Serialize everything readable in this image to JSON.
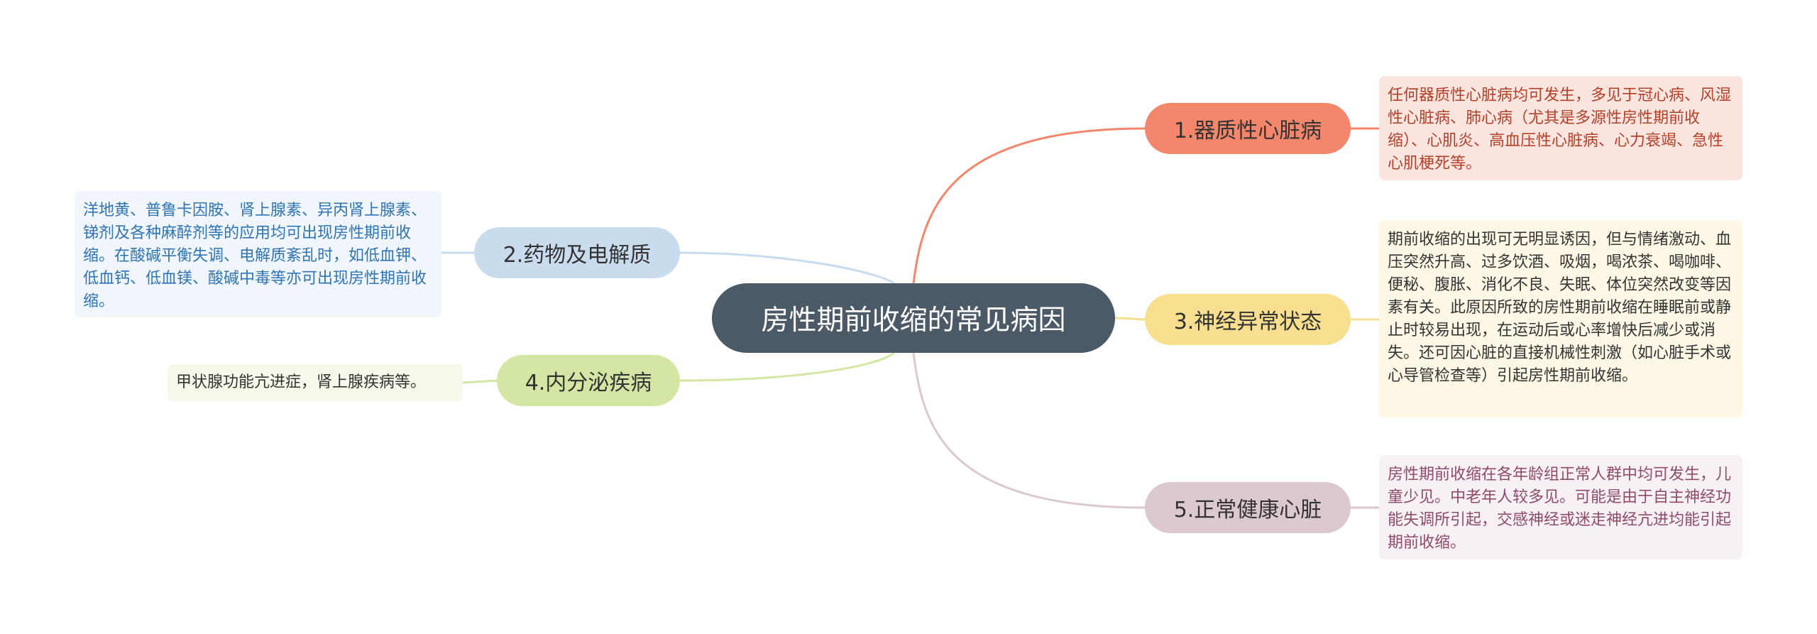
{
  "center": {
    "label": "房性期前收缩的常见病因"
  },
  "branches": [
    {
      "label": "1.器质性心脏病",
      "detail": "任何器质性心脏病均可发生，多见于冠心病、风湿性心脏病、肺心病（尤其是多源性房性期前收缩）、心肌炎、高血压性心脏病、心力衰竭、急性心肌梗死等。",
      "color": "#f4866b"
    },
    {
      "label": "2.药物及电解质",
      "detail": "洋地黄、普鲁卡因胺、肾上腺素、异丙肾上腺素、锑剂及各种麻醉剂等的应用均可出现房性期前收缩。在酸碱平衡失调、电解质紊乱时，如低血钾、低血钙、低血镁、酸碱中毒等亦可出现房性期前收缩。",
      "color": "#c9dcee"
    },
    {
      "label": "3.神经异常状态",
      "detail": "期前收缩的出现可无明显诱因，但与情绪激动、血压突然升高、过多饮酒、吸烟，喝浓茶、喝咖啡、便秘、腹胀、消化不良、失眠、体位突然改变等因素有关。此原因所致的房性期前收缩在睡眠前或静止时较易出现，在运动后或心率增快后减少或消失。还可因心脏的直接机械性刺激（如心脏手术或心导管检查等）引起房性期前收缩。",
      "color": "#f7df8f"
    },
    {
      "label": "4.内分泌疾病",
      "detail": "甲状腺功能亢进症，肾上腺疾病等。",
      "color": "#d4e6a4"
    },
    {
      "label": "5.正常健康心脏",
      "detail": "房性期前收缩在各年龄组正常人群中均可发生，儿童少见。中老年人较多见。可能是由于自主神经功能失调所引起，交感神经或迷走神经亢进均能引起期前收缩。",
      "color": "#dcc9d0"
    }
  ]
}
